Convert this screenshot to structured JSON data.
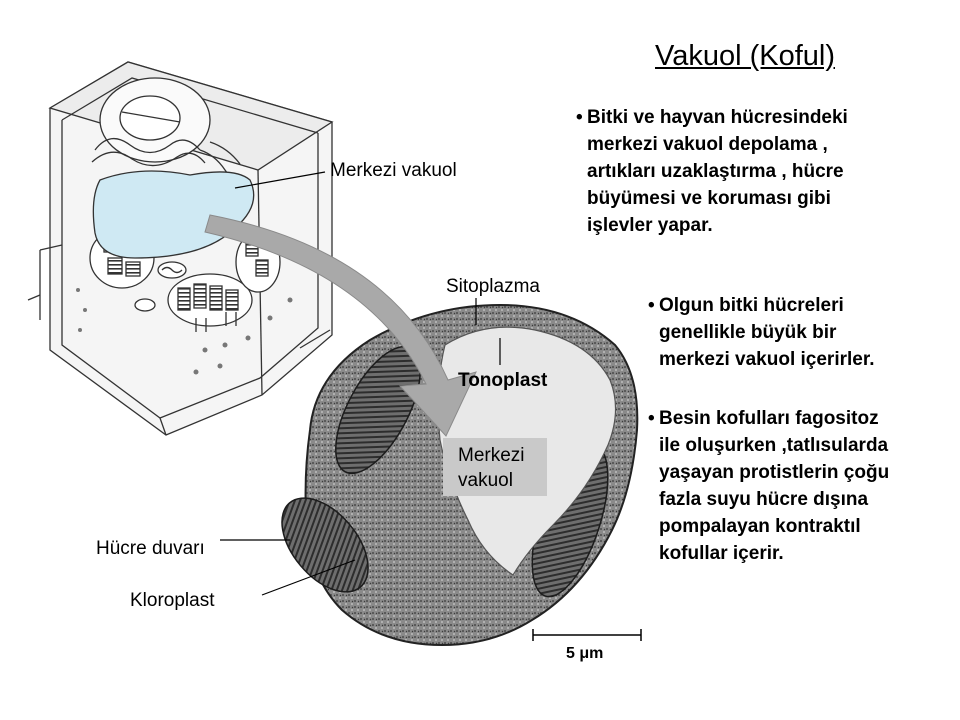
{
  "title": "Vakuol (Koful)",
  "bullets": [
    {
      "text": "Bitki ve hayvan hücresindeki\nmerkezi vakuol depolama ,\nartıkları uzaklaştırma , hücre\nbüyümesi ve koruması gibi\nişlevler yapar."
    },
    {
      "text": "Olgun bitki hücreleri\ngenellikle büyük bir\nmerkezi vakuol içerirler."
    },
    {
      "text": "Besin kofulları fagositoz\nile oluşurken ,tatlısularda\nyaşayan protistlerin çoğu\nfazla suyu hücre dışına\npompalayan kontraktıl\nkofullar içerir."
    }
  ],
  "labels": {
    "central_vacuole_drawing": "Merkezi vakuol",
    "cytoplasm": "Sitoplazma",
    "tonoplast": "Tonoplast",
    "central_vacuole_micro_line1": "Merkezi",
    "central_vacuole_micro_line2": "vakuol",
    "cell_wall": "Hücre duvarı",
    "chloroplast": "Kloroplast",
    "scale": "5 μm"
  },
  "colors": {
    "vacuole_fill": "#cfe9f3",
    "arrow_fill": "#a9a9a9",
    "micrograph_dark": "#5a5a5a",
    "micrograph_light": "#e8e8e8"
  }
}
